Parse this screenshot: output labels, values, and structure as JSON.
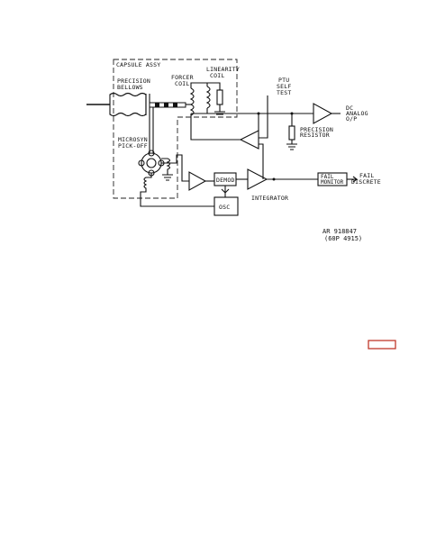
{
  "diagram": {
    "labels": {
      "capsule_assy": "CAPSULE ASSY",
      "precision_bellows_1": "PRECISION",
      "precision_bellows_2": "BELLOWS",
      "forcer_coil_1": "FORCER",
      "forcer_coil_2": "COIL",
      "linearity_coil_1": "LINEARITY",
      "linearity_coil_2": "COIL",
      "ptu_self_test_1": "PTU",
      "ptu_self_test_2": "SELF",
      "ptu_self_test_3": "TEST",
      "dc_analog_op_1": "DC",
      "dc_analog_op_2": "ANALOG",
      "dc_analog_op_3": "O/P",
      "precision_resistor_1": "PRECISION",
      "precision_resistor_2": "RESISTOR",
      "microsyn_pickoff_1": "MICROSYN",
      "microsyn_pickoff_2": "PICK-OFF",
      "demod": "DEMOD",
      "integrator": "INTEGRATOR",
      "fail_monitor_1": "FAIL",
      "fail_monitor_2": "MONITOR",
      "fail_discrete_1": "FAIL",
      "fail_discrete_2": "DISCRETE",
      "osc": "OSC"
    },
    "reference": {
      "line1": "AR 918847",
      "line2": "(60P 4915)"
    },
    "colors": {
      "ink": "#111111",
      "marker": "#c0392b"
    }
  }
}
